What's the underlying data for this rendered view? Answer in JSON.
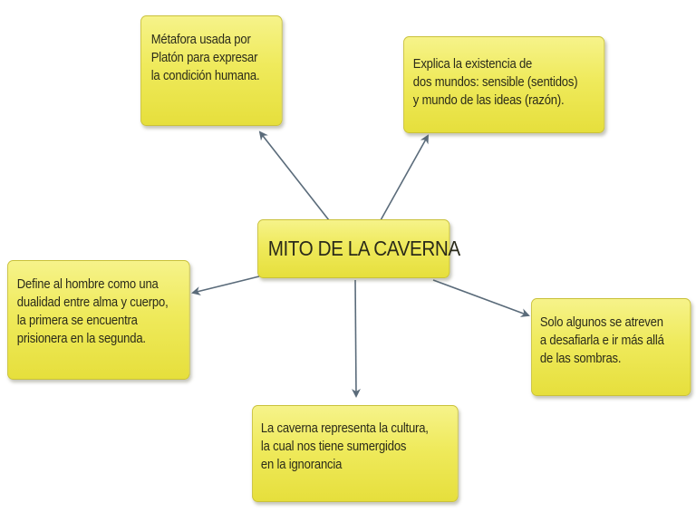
{
  "diagram": {
    "type": "concept-map",
    "colors": {
      "node_fill": "#efea5c",
      "node_border": "#c9c13a",
      "arrow": "#5a6b7a",
      "text": "#2b2b1a",
      "background": "#ffffff"
    },
    "center": {
      "label": "MITO DE LA CAVERNA"
    },
    "nodes": [
      {
        "id": "top-left",
        "lines": [
          "Métafora usada por",
          "Platón para expresar",
          "la condición humana."
        ]
      },
      {
        "id": "top-right",
        "lines": [
          "Explica la existencia de",
          "dos mundos: sensible (sentidos)",
          "y mundo de las ideas (razón)."
        ]
      },
      {
        "id": "left",
        "lines": [
          "Define al hombre como una",
          "dualidad entre alma y cuerpo,",
          "la primera se encuentra",
          "prisionera en la segunda."
        ]
      },
      {
        "id": "right",
        "lines": [
          "Solo algunos se atreven",
          "a desafiarla e ir más allá",
          "de las sombras."
        ]
      },
      {
        "id": "bottom",
        "lines": [
          "La caverna representa la cultura,",
          "la cual nos tiene sumergidos",
          "en la ignorancia"
        ]
      }
    ],
    "edges": [
      {
        "from": "center",
        "to": "top-left"
      },
      {
        "from": "center",
        "to": "top-right"
      },
      {
        "from": "center",
        "to": "left"
      },
      {
        "from": "center",
        "to": "bottom"
      },
      {
        "from": "center",
        "to": "right"
      }
    ]
  }
}
